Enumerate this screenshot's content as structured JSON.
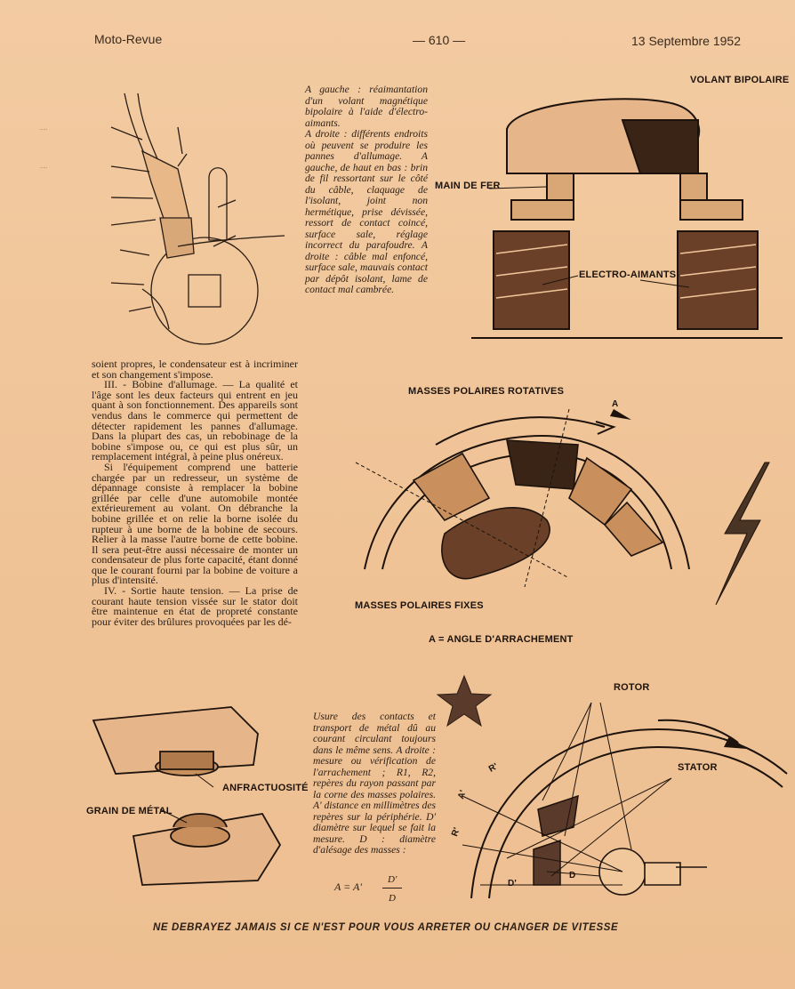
{
  "header": {
    "left": "Moto-Revue",
    "center": "— 610 —",
    "right": "13 Septembre 1952"
  },
  "captions": {
    "top": "A gauche : réaimantation d'un volant magnétique bipolaire à l'aide d'électro-aimants.\nA droite : différents endroits où peuvent se produire les pannes d'allumage. A gauche, de haut en bas : brin de fil ressortant sur le côté du câble, claquage de l'isolant, joint non hermétique, prise dévissée, ressort de contact coincé, surface sale, réglage incorrect du parafoudre. A droite : câble mal enfoncé, surface sale, mauvais contact par dépôt isolant, lame de contact mal cambrée.",
    "bottom": "Usure des contacts et transport de métal dû au courant circulant toujours dans le même sens. A droite : mesure ou vérification de l'arrachement ; R1, R2, repères du rayon passant par la corne des masses polaires. A' distance en millimètres des repères sur la périphérie. D' diamètre sur lequel se fait la mesure. D : diamètre d'alésage des masses :"
  },
  "formula": {
    "lhs": "A = A'",
    "numerator": "D'",
    "denominator": "D"
  },
  "body_paragraphs": [
    "soient propres, le condensateur est à incriminer et son changement s'impose.",
    "III. - Bobine d'allumage. — La qualité et l'âge sont les deux facteurs qui entrent en jeu quant à son fonctionnement. Des appareils sont vendus dans le commerce qui permettent de détecter rapidement les pannes d'allumage. Dans la plupart des cas, un rebobinage de la bobine s'impose ou, ce qui est plus sûr, un remplacement intégral, à peine plus onéreux.",
    "Si l'équipement comprend une batterie chargée par un redresseur, un système de dépannage consiste à remplacer la bobine grillée par celle d'une automobile montée extérieurement au volant. On débranche la bobine grillée et on relie la borne isolée du rupteur à une borne de la bobine de secours. Relier à la masse l'autre borne de cette bobine. Il sera peut-être aussi nécessaire de monter un condensateur de plus forte capacité, étant donné que le courant fourni par la bobine de voiture a plus d'intensité.",
    "IV. - Sortie haute tension. — La prise de courant haute tension vissée sur le stator doit être maintenue en état de propreté constante pour éviter des brûlures provoquées par les dé-"
  ],
  "labels": {
    "volant_bipolaire": "VOLANT BIPOLAIRE",
    "main_de_fer": "MAIN DE FER",
    "electro_aimants": "ELECTRO-AIMANTS",
    "masses_rotatives": "MASSES POLAIRES ROTATIVES",
    "masses_fixes": "MASSES POLAIRES FIXES",
    "angle": "A = ANGLE D'ARRACHEMENT",
    "rotor": "ROTOR",
    "stator": "STATOR",
    "anfractuosite": "ANFRACTUOSITÉ",
    "grain": "GRAIN DE MÉTAL",
    "a_mark": "A",
    "r1": "R'",
    "r2": "R'",
    "a_prime": "A'",
    "d": "D",
    "d_prime": "D'"
  },
  "footer": "NE DEBRAYEZ JAMAIS SI CE N'EST POUR VOUS ARRETER OU CHANGER DE VITESSE",
  "colors": {
    "paper": "#f1c79c",
    "ink": "#1d130c"
  }
}
